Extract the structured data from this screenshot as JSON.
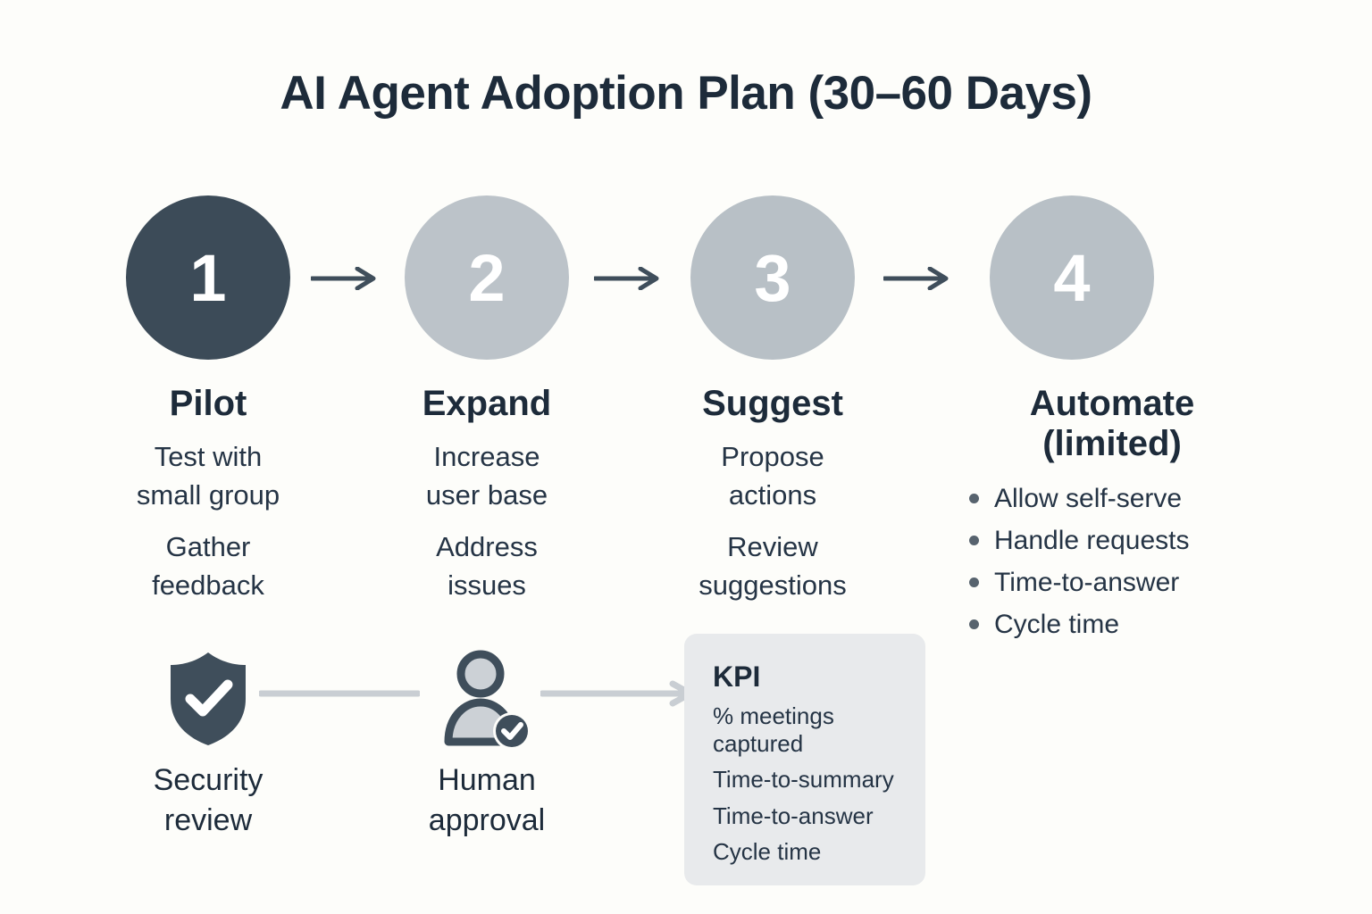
{
  "title": "AI Agent Adoption Plan (30–60 Days)",
  "colors": {
    "background": "#fdfdfa",
    "dark": "#3c4b58",
    "muted_gray": "#b8c0c6",
    "text": "#1d2b3a",
    "card_bg": "#e8eaec",
    "connector": "#c9ced3"
  },
  "steps": [
    {
      "number": "1",
      "state": "active",
      "heading": "Pilot",
      "details": [
        [
          "Test with",
          "small group"
        ],
        [
          "Gather",
          "feedback"
        ]
      ]
    },
    {
      "number": "2",
      "state": "upcoming",
      "heading": "Expand",
      "details": [
        [
          "Increase",
          "user base"
        ],
        [
          "Address",
          "issues"
        ]
      ]
    },
    {
      "number": "3",
      "state": "upcoming",
      "heading": "Suggest",
      "details": [
        [
          "Propose",
          "actions"
        ],
        [
          "Review",
          "suggestions"
        ]
      ]
    },
    {
      "number": "4",
      "state": "upcoming",
      "heading_line1": "Automate",
      "heading_line2": "(limited)",
      "bullets": [
        "Allow self-serve",
        "Handle requests",
        "Time-to-answer",
        "Cycle time"
      ]
    }
  ],
  "bottom": {
    "security": {
      "icon": "shield-check-icon",
      "caption_line1": "Security",
      "caption_line2": "review"
    },
    "human": {
      "icon": "user-approved-icon",
      "caption_line1": "Human",
      "caption_line2": "approval"
    },
    "kpi": {
      "title": "KPI",
      "items": [
        "% meetings captured",
        "Time-to-summary",
        "Time-to-answer",
        "Cycle time"
      ]
    }
  }
}
